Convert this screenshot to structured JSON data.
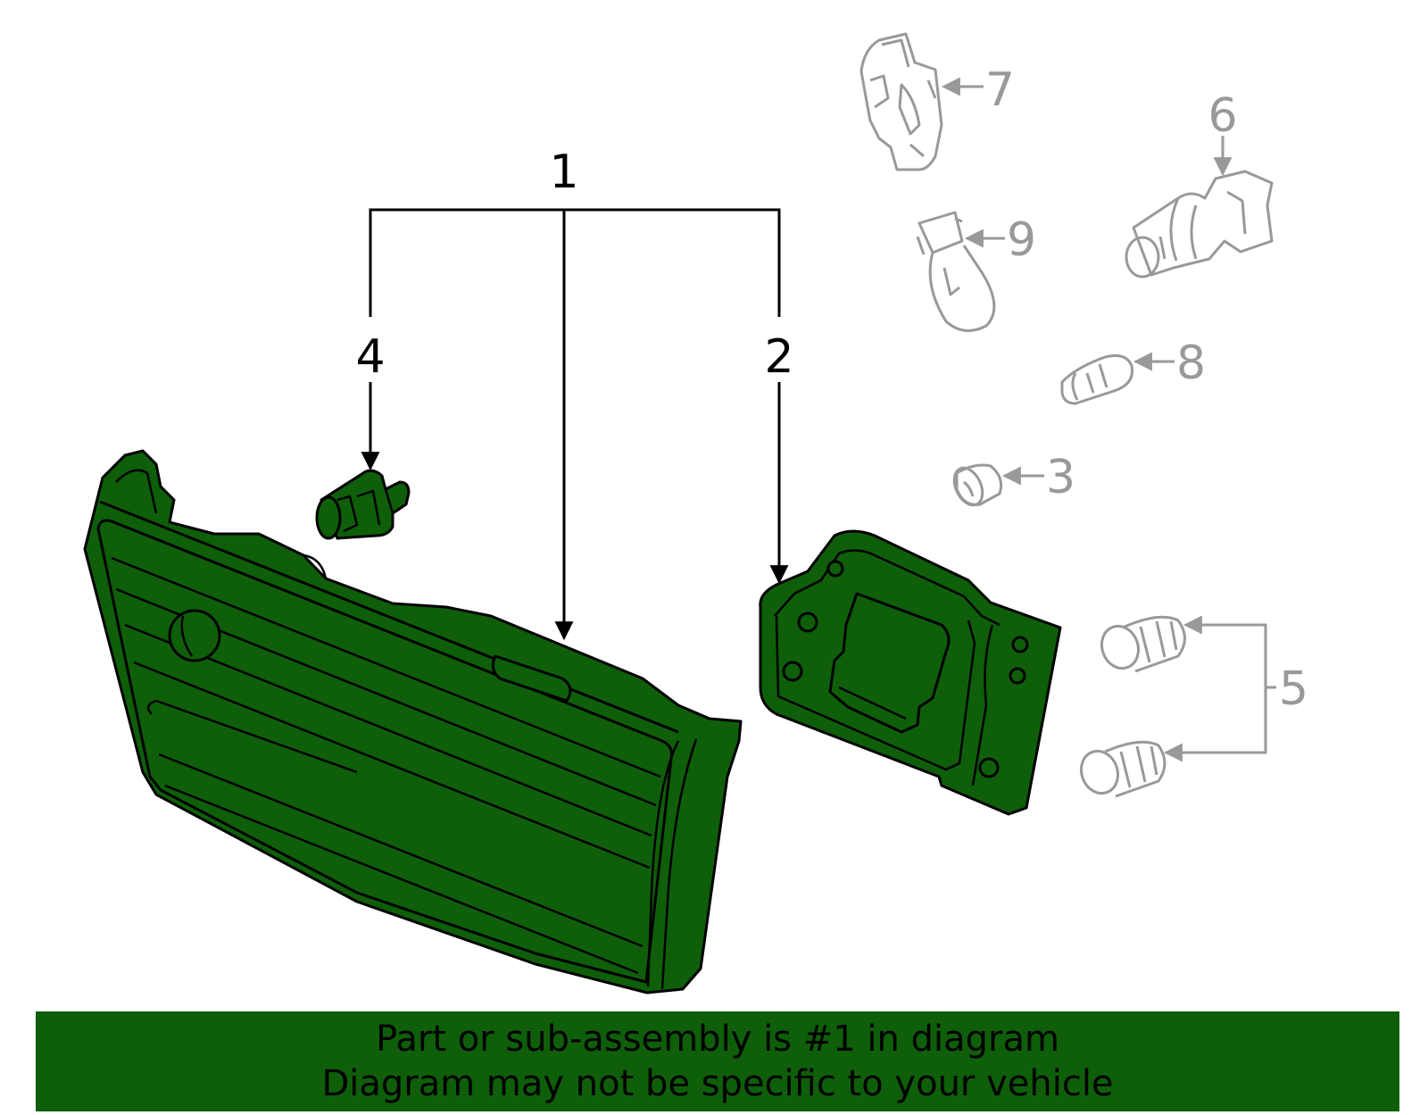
{
  "callouts": {
    "c1": "1",
    "c2": "2",
    "c3": "3",
    "c4": "4",
    "c5": "5",
    "c6": "6",
    "c7": "7",
    "c8": "8",
    "c9": "9"
  },
  "banner": {
    "line1": "Part or sub-assembly is #1 in diagram",
    "line2": "Diagram may not be specific to your vehicle"
  },
  "colors": {
    "highlight_fill": "#0f5e0a",
    "outline": "#000000",
    "muted": "#999999"
  }
}
